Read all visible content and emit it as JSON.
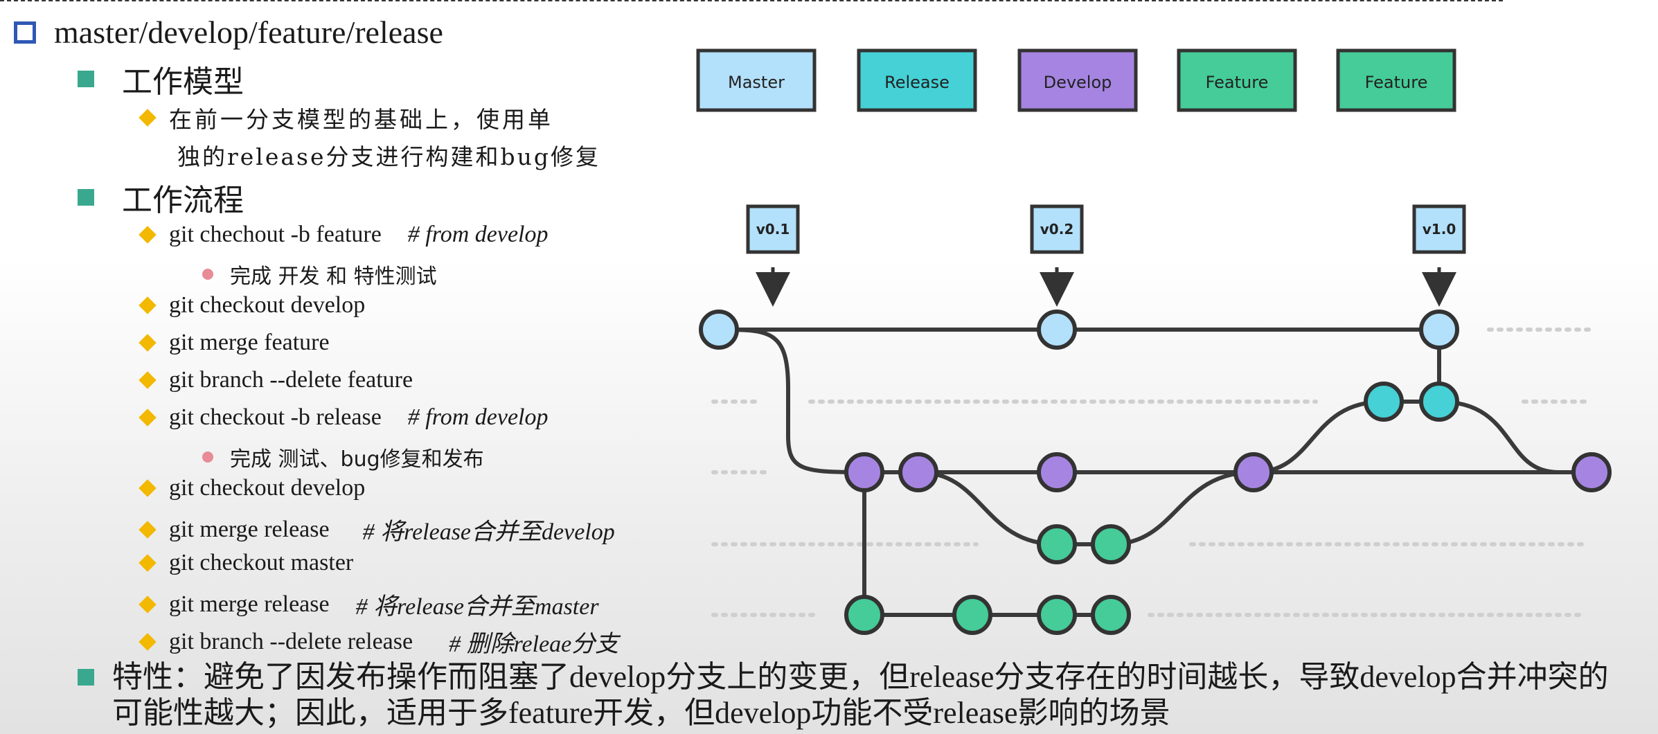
{
  "title": "master/develop/feature/release",
  "model": {
    "heading": "工作模型",
    "line1": "在前一分支模型的基础上，使用单",
    "line2": "独的release分支进行构建和bug修复"
  },
  "flow": {
    "heading": "工作流程",
    "steps": [
      {
        "cmd": "git chechout -b feature",
        "comment": "# from develop"
      },
      {
        "cmd": "完成  开发  和  特性测试"
      },
      {
        "cmd": "git checkout develop"
      },
      {
        "cmd": "git merge feature"
      },
      {
        "cmd": "git branch --delete feature"
      },
      {
        "cmd": "git checkout -b release",
        "comment": "# from develop"
      },
      {
        "cmd": "完成  测试、bug修复和发布"
      },
      {
        "cmd": "git checkout develop"
      },
      {
        "cmd": "git merge release",
        "comment": "# 将release合并至develop"
      },
      {
        "cmd": "git checkout master"
      },
      {
        "cmd": "git merge release",
        "comment": "# 将release合并至master"
      },
      {
        "cmd": "git branch --delete release",
        "comment": "# 删除releae分支"
      }
    ]
  },
  "feature_note": "特性：避免了因发布操作而阻塞了develop分支上的变更，但release分支存在的时间越长，导致develop合并冲突的可能性越大；因此，适用于多feature开发，但develop功能不受release影响的场景",
  "diagram": {
    "legend": [
      {
        "label": "Master",
        "color": "#b3e0fb"
      },
      {
        "label": "Release",
        "color": "#45d1d6"
      },
      {
        "label": "Develop",
        "color": "#a685e2"
      },
      {
        "label": "Feature",
        "color": "#45cc98"
      },
      {
        "label": "Feature",
        "color": "#45cc98"
      }
    ],
    "tags": [
      "v0.1",
      "v0.2",
      "v1.0"
    ],
    "colors": {
      "master": "#b3e0fb",
      "release": "#45d1d6",
      "develop": "#a685e2",
      "feature": "#45cc98",
      "line": "#3a3a3a",
      "diamond": "#f3b800",
      "square": "#3aa88e",
      "title_box": "#2f58b5",
      "dot": "#e88b97"
    }
  }
}
